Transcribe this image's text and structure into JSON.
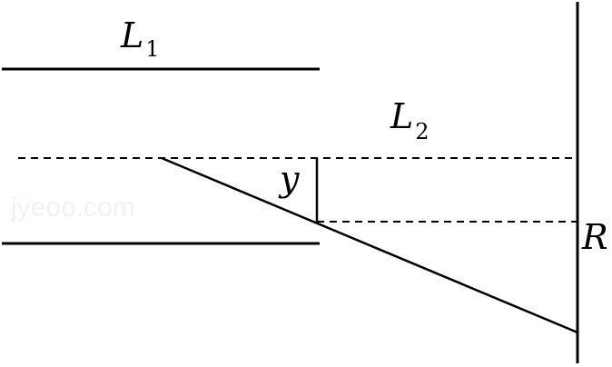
{
  "labels": {
    "l1_main": "L",
    "l1_sub": "1",
    "l2_main": "L",
    "l2_sub": "2",
    "y": "y",
    "r": "R"
  },
  "watermark": "jyeoo.com",
  "colors": {
    "stroke": "#000000",
    "background": "#ffffff"
  }
}
